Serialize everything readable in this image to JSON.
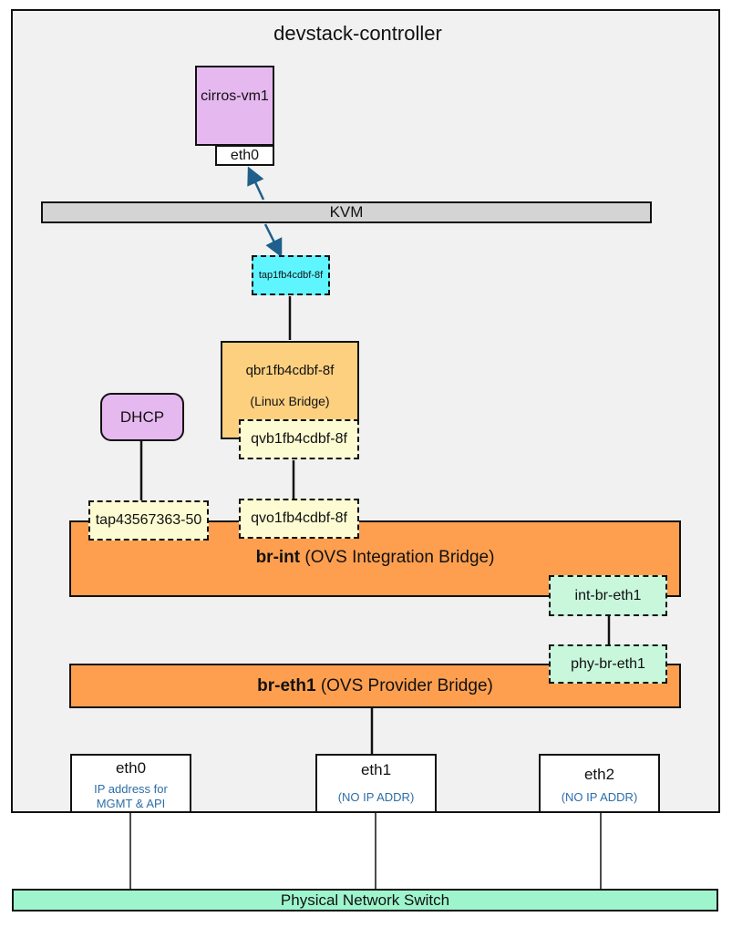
{
  "host": {
    "title": "devstack-controller"
  },
  "vm": {
    "name": "cirros-vm1",
    "nic": "eth0"
  },
  "hypervisor": {
    "name": "KVM"
  },
  "tap": {
    "name": "tap1fb4cdbf-8f"
  },
  "linux_bridge": {
    "name": "qbr1fb4cdbf-8f",
    "type": "(Linux Bridge)",
    "port": "qvb1fb4cdbf-8f"
  },
  "dhcp": {
    "name": "DHCP",
    "port": "tap43567363-50"
  },
  "br_int": {
    "name": "br-int",
    "desc": "(OVS Integration Bridge)",
    "port_qvo": "qvo1fb4cdbf-8f",
    "port_patch": "int-br-eth1"
  },
  "br_eth1": {
    "name": "br-eth1",
    "desc": "(OVS Provider Bridge)",
    "port_patch": "phy-br-eth1"
  },
  "nics": [
    {
      "name": "eth0",
      "sub1": "IP address for",
      "sub2": "MGMT & API"
    },
    {
      "name": "eth1",
      "sub1": "(NO IP ADDR)"
    },
    {
      "name": "eth2",
      "sub1": "(NO IP ADDR)"
    }
  ],
  "switch": {
    "name": "Physical Network Switch"
  },
  "colors": {
    "vm": "#e6b8f0",
    "kvm": "#d4d4d4",
    "tap": "#5ff5ff",
    "linux_bridge": "#fdd080",
    "port_yellow": "#fdfbd2",
    "ovs": "#fe9f4f",
    "port_green": "#c8f7dc",
    "switch": "#9ef5cd",
    "arrow": "#1f5f8b",
    "nic_sub": "#2d6ea6"
  }
}
